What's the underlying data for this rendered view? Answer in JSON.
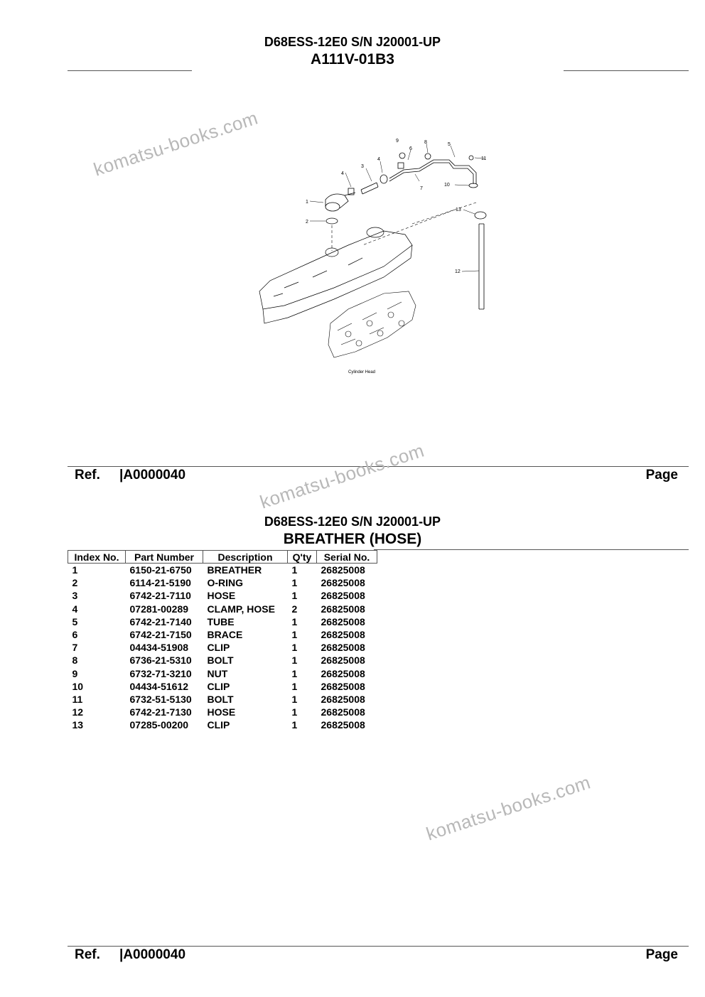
{
  "header_top": {
    "model": "D68ESS-12E0 S/N J20001-UP",
    "code": "A111V-01B3"
  },
  "diagram": {
    "callouts": [
      "1",
      "2",
      "3",
      "4",
      "4",
      "5",
      "6",
      "7",
      "8",
      "9",
      "10",
      "11",
      "12",
      "13"
    ],
    "caption": "Cylinder Head"
  },
  "footer": {
    "ref_label": "Ref.",
    "ref_value": "|A0000040",
    "page_label": "Page"
  },
  "header_bottom": {
    "model": "D68ESS-12E0 S/N J20001-UP",
    "title": "BREATHER (HOSE)"
  },
  "table": {
    "headers": [
      "Index No.",
      "Part Number",
      "Description",
      "Q'ty",
      "Serial No."
    ],
    "rows": [
      [
        "1",
        "6150-21-6750",
        "BREATHER",
        "1",
        "26825008"
      ],
      [
        "2",
        "6114-21-5190",
        "O-RING",
        "1",
        "26825008"
      ],
      [
        "3",
        "6742-21-7110",
        "HOSE",
        "1",
        "26825008"
      ],
      [
        "4",
        "07281-00289",
        "CLAMP, HOSE",
        "2",
        "26825008"
      ],
      [
        "5",
        "6742-21-7140",
        "TUBE",
        "1",
        "26825008"
      ],
      [
        "6",
        "6742-21-7150",
        "BRACE",
        "1",
        "26825008"
      ],
      [
        "7",
        "04434-51908",
        "CLIP",
        "1",
        "26825008"
      ],
      [
        "8",
        "6736-21-5310",
        "BOLT",
        "1",
        "26825008"
      ],
      [
        "9",
        "6732-71-3210",
        "NUT",
        "1",
        "26825008"
      ],
      [
        "10",
        "04434-51612",
        "CLIP",
        "1",
        "26825008"
      ],
      [
        "11",
        "6732-51-5130",
        "BOLT",
        "1",
        "26825008"
      ],
      [
        "12",
        "6742-21-7130",
        "HOSE",
        "1",
        "26825008"
      ],
      [
        "13",
        "07285-00200",
        "CLIP",
        "1",
        "26825008"
      ]
    ]
  },
  "watermark": {
    "text": "komatsu-books.com",
    "color": "#b8b8b8"
  }
}
